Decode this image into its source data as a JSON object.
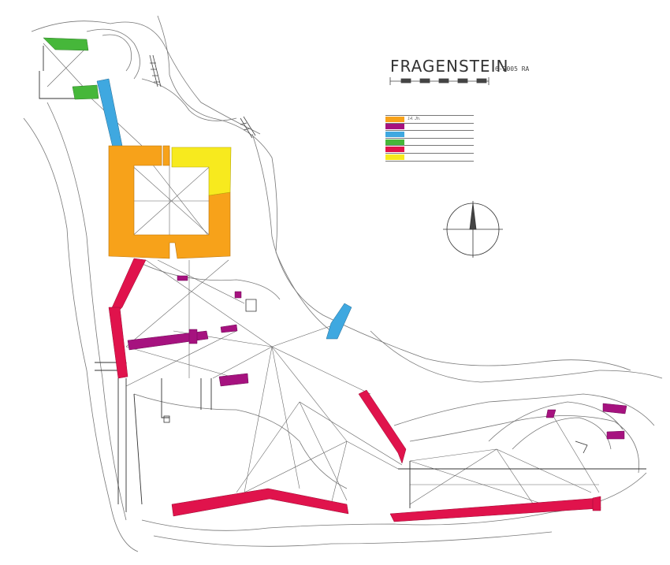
{
  "title": "FRAGENSTEIN",
  "subtitle": "6-2005 RA",
  "colors": {
    "orange": "#f7a21a",
    "yellow": "#f7ea1e",
    "red": "#e0134c",
    "purple": "#a6127f",
    "blue": "#3fa8e0",
    "green": "#46b73a",
    "line": "#555555"
  },
  "legend": [
    {
      "color": "#f7a21a",
      "label": "14. Jh."
    },
    {
      "color": "#a6127f",
      "label": ""
    },
    {
      "color": "#3fa8e0",
      "label": ""
    },
    {
      "color": "#46b73a",
      "label": ""
    },
    {
      "color": "#e0134c",
      "label": ""
    },
    {
      "color": "#f7ea1e",
      "label": ""
    }
  ],
  "icons": {
    "compass": "north-arrow-icon",
    "scale": "scale-bar-icon"
  }
}
